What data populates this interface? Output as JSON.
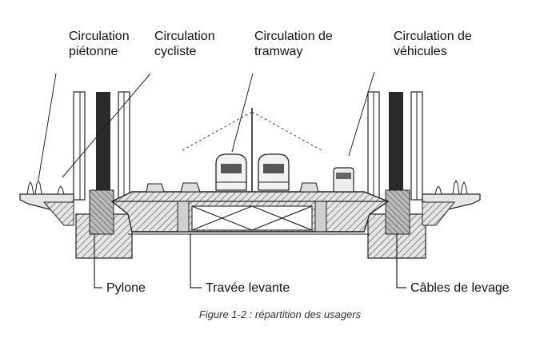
{
  "labels_top": {
    "pedestrian": [
      "Circulation",
      "piétonne"
    ],
    "cyclist": [
      "Circulation",
      "cycliste"
    ],
    "tramway": [
      "Circulation de",
      "tramway"
    ],
    "vehicles": [
      "Circulation de",
      "véhicules"
    ]
  },
  "labels_bottom": {
    "pylon": "Pylone",
    "lifting_span": "Travée levante",
    "lifting_cables": "Câbles de levage"
  },
  "caption": "Figure 1-2 : répartition des usagers",
  "colors": {
    "line": "#222222",
    "hatch": "#555555",
    "fill_dark": "#2a2a2a",
    "fill_mid": "#8a8a8a",
    "fill_light": "#cfcfcf"
  }
}
